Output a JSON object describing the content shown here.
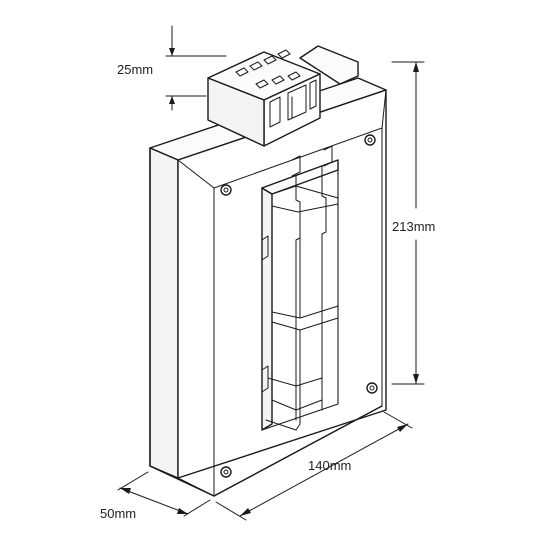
{
  "dimensions": {
    "terminal_height": "25mm",
    "height": "213mm",
    "width": "140mm",
    "depth": "50mm"
  },
  "colors": {
    "line": "#1a1a1a",
    "text": "#222222",
    "background": "#ffffff"
  }
}
